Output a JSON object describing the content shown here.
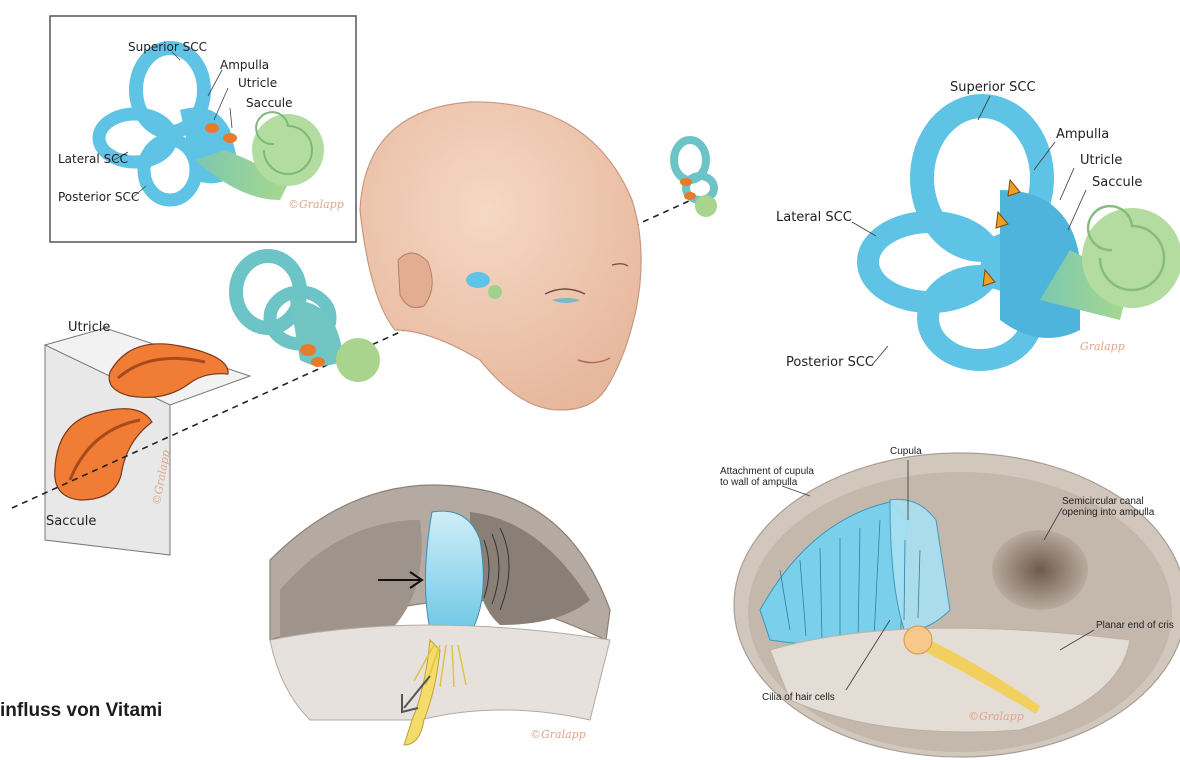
{
  "inset": {
    "labels": {
      "superior": "Superior SCC",
      "ampulla": "Ampulla",
      "utricle": "Utricle",
      "saccule": "Saccule",
      "lateral": "Lateral SCC",
      "posterior": "Posterior SCC"
    },
    "signature": "©Gralapp"
  },
  "otolith": {
    "utricle": "Utricle",
    "saccule": "Saccule",
    "signature": "©Gralapp"
  },
  "right_labyrinth": {
    "labels": {
      "superior": "Superior SCC",
      "ampulla": "Ampulla",
      "utricle": "Utricle",
      "saccule": "Saccule",
      "lateral": "Lateral SCC",
      "posterior": "Posterior SCC"
    },
    "signature": "Gralapp"
  },
  "ampulla_detail": {
    "cupula": "Cupula",
    "attachment": [
      "Attachment of cupula",
      "to wall of ampulla"
    ],
    "canal": [
      "Semicircular canal",
      "opening into ampulla"
    ],
    "planar": "Planar end of cris",
    "cilia": "Cilia of hair cells",
    "signature": "©Gralapp"
  },
  "cupula_section": {
    "signature": "©Gralapp"
  },
  "caption": "influss von Vitami"
}
